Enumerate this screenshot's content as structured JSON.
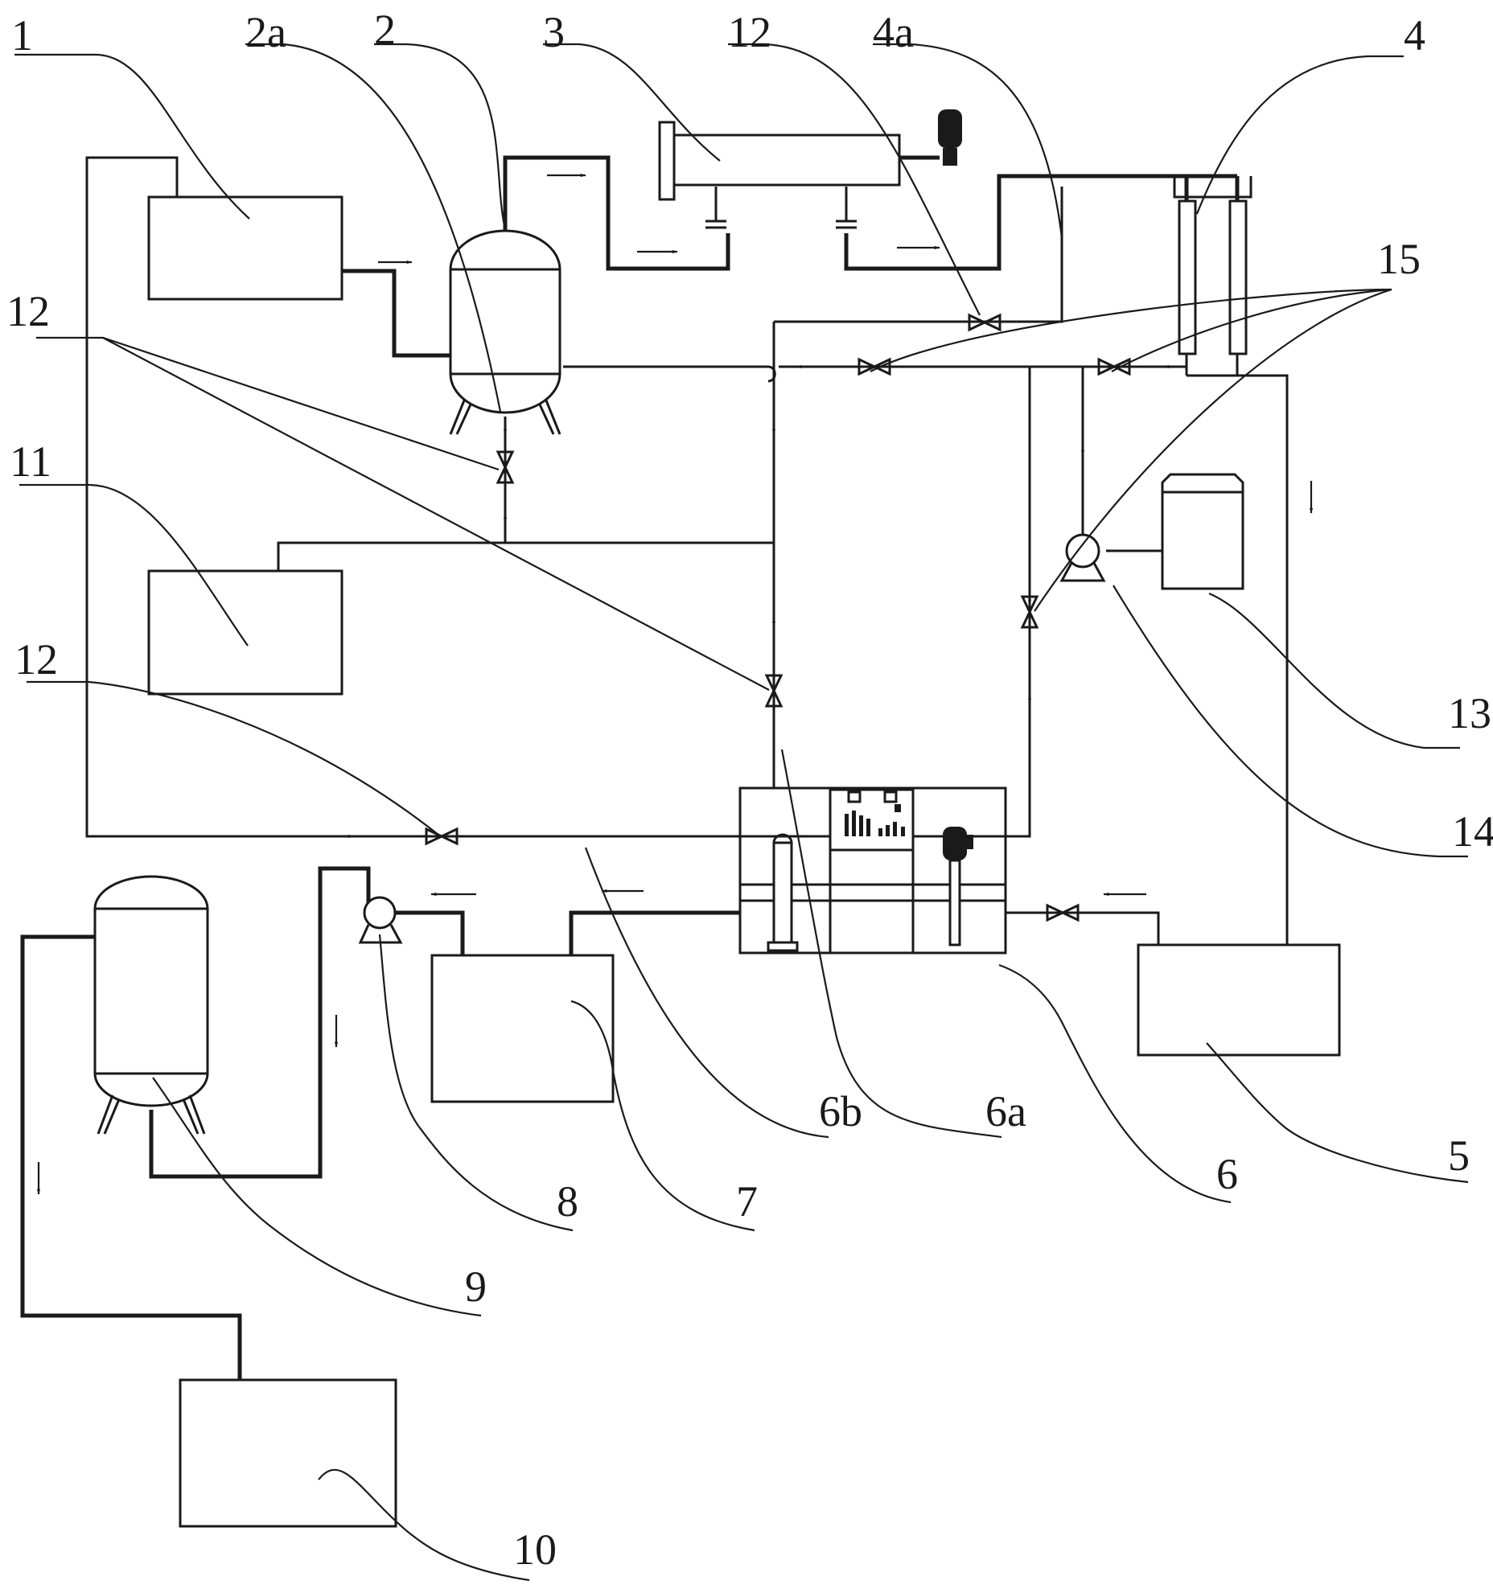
{
  "labels": {
    "l1": "1",
    "l2a": "2a",
    "l2": "2",
    "l3": "3",
    "l12_top": "12",
    "l4a": "4a",
    "l4": "4",
    "l15": "15",
    "l12_left_upper": "12",
    "l11": "11",
    "l12_left_lower": "12",
    "l13": "13",
    "l14": "14",
    "l6b": "6b",
    "l6a": "6a",
    "l5": "5",
    "l6": "6",
    "l7": "7",
    "l8": "8",
    "l9": "9",
    "l10": "10"
  }
}
